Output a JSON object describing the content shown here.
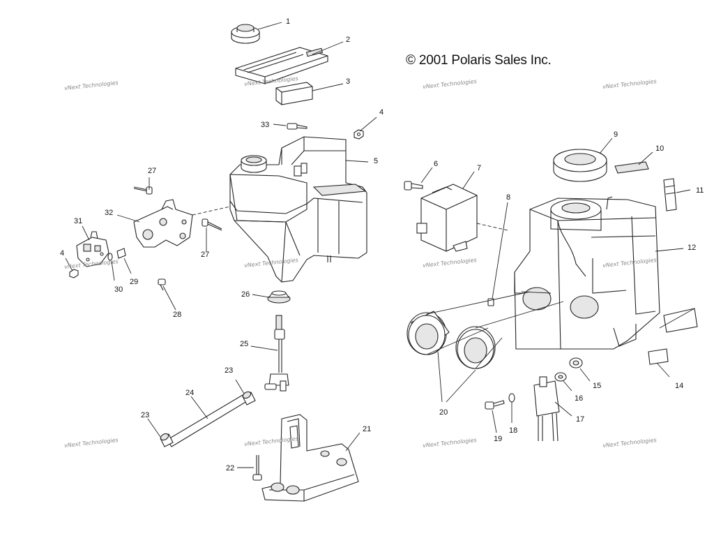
{
  "copyright": "© 2001 Polaris Sales Inc.",
  "watermark": "vNext Technologies",
  "callouts": [
    "1",
    "2",
    "3",
    "4",
    "5",
    "6",
    "7",
    "8",
    "9",
    "10",
    "11",
    "12",
    "4",
    "14",
    "15",
    "16",
    "17",
    "18",
    "19",
    "20",
    "21",
    "22",
    "23",
    "23",
    "24",
    "25",
    "26",
    "27",
    "27",
    "28",
    "29",
    "30",
    "31",
    "32",
    "33"
  ]
}
